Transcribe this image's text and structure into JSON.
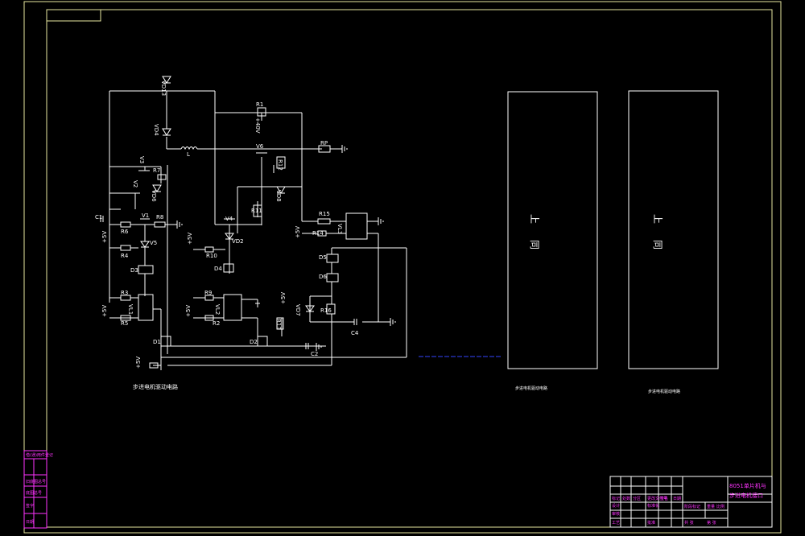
{
  "drawing": {
    "caption_left": "步进电机驱动电路",
    "caption_mid": "步进电机驱动电路",
    "caption_right": "步进电机驱动电路",
    "panel_label_top": "上",
    "panel_label_bottom": "同",
    "title_block": {
      "title_line1": "8051单片机与",
      "title_line2": "步进电机接口",
      "cells": [
        "标记",
        "处数",
        "分区",
        "更改文件号",
        "签名",
        "日期",
        "设计",
        "标准化",
        "审核",
        "工艺",
        "批准",
        "阶段标记",
        "重量",
        "比例",
        "共 张",
        "第 张"
      ]
    },
    "side_stamp": [
      "借(通)用件登记",
      "旧底图总号",
      "底图总号",
      "签字",
      "日期"
    ]
  },
  "labels": {
    "vd13": "VD13",
    "vd4": "VD4",
    "v3": "V3",
    "r7": "R7",
    "vd6": "VD6",
    "v2": "V2",
    "c1": "C1",
    "r6": "R6",
    "v1": "V1",
    "r8": "R8",
    "v5": "V5",
    "plus5v": "+5V",
    "r4": "R4",
    "d3": "D3",
    "r3": "R3",
    "vl1": "VL1",
    "r5": "R5",
    "d1": "D1",
    "l": "L",
    "v4": "V4",
    "r10": "R10",
    "vd2": "VD2",
    "d4": "D4",
    "r9": "R9",
    "vl2": "VL2",
    "r2": "R2",
    "r11": "R11",
    "d2": "D2",
    "r13": "R13",
    "c2": "C2",
    "r1": "R1",
    "v6": "V6",
    "plus40v": "+40V",
    "rp": "RP",
    "r12": "R12",
    "vd8": "VD8",
    "r15": "R15",
    "r14": "R14",
    "vl3": "VL3",
    "d5": "D5",
    "d6": "D6",
    "vd7": "VD7",
    "r16": "R16",
    "c4": "C4"
  }
}
